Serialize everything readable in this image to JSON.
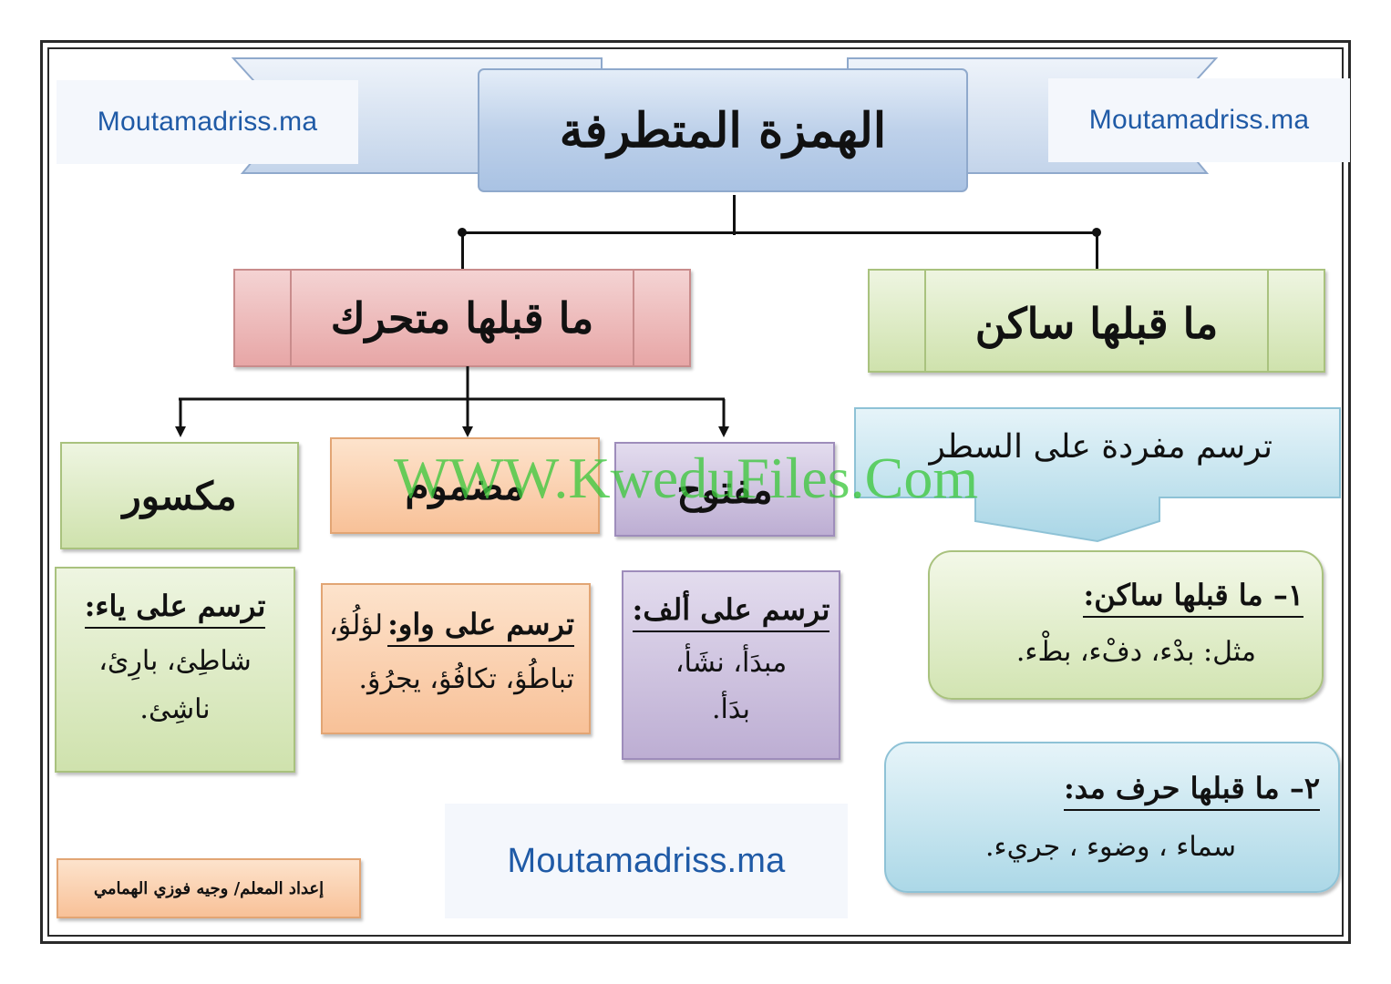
{
  "title": "الهمزة المتطرفة",
  "logo_text": "Moutamadriss.ma",
  "watermark": "WWW.KweduFiles.Com",
  "branches": {
    "sakin": {
      "label": "ما قبلها ساكن",
      "rule": "ترسم مفردة على السطر",
      "case1": {
        "heading": "١– ما قبلها ساكن:",
        "example": "مثل: بدْء، دفْء، بطْء."
      },
      "case2": {
        "heading": "٢– ما قبلها حرف مد:",
        "example": "سماء ، وضوء ، جريء."
      }
    },
    "mutaharrik": {
      "label": "ما قبلها متحرك",
      "maftuh": {
        "label": "مفتوح",
        "rule": "ترسم على ألف:",
        "examples_1": "مبدَأ، نشَأ،",
        "examples_2": "بدَأ."
      },
      "madmum": {
        "label": "مضموم",
        "rule": "ترسم على واو:",
        "examples_1": "لؤلُؤ،",
        "examples_2": "تباطُؤ، تكافُؤ، يجرُؤ."
      },
      "maksur": {
        "label": "مكسور",
        "rule": "ترسم على ياء:",
        "examples_1": "شاطِئ، بارِئ،",
        "examples_2": "ناشِئ."
      }
    }
  },
  "author": "إعداد المعلم/ وجيه فوزي الهمامي",
  "colors": {
    "title_fill": "#c9d9ee",
    "green": "#d9e8bf",
    "red": "#ecb4b4",
    "orange": "#f9cda9",
    "purple": "#c5b7d8",
    "blue": "#c8e6ef"
  }
}
